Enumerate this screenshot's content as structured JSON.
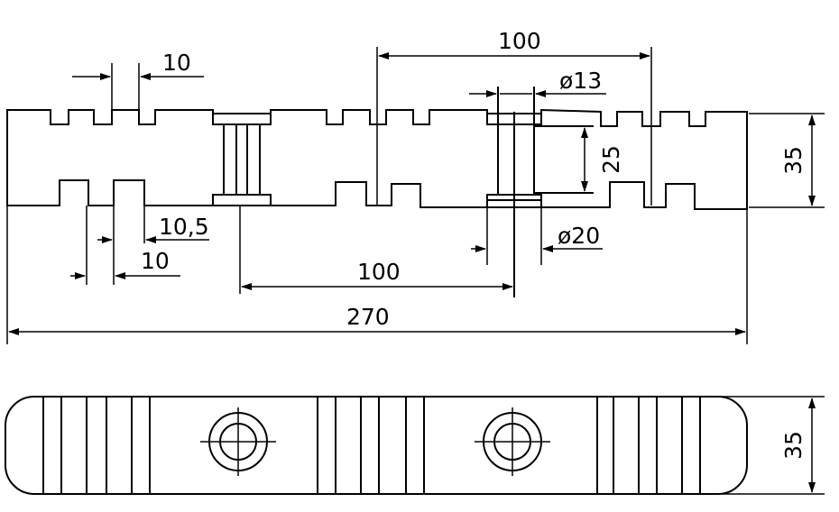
{
  "dimensions": {
    "slot_width_top": "10",
    "slot_width_bottom": "10",
    "slot_pitch": "10,5",
    "hole_spacing_top": "100",
    "hole_spacing_bottom": "100",
    "total_length": "270",
    "height_front": "35",
    "height_plan": "35",
    "hole_diameter_small": "ø13",
    "hole_diameter_large": "ø20",
    "bolt_height": "25"
  }
}
